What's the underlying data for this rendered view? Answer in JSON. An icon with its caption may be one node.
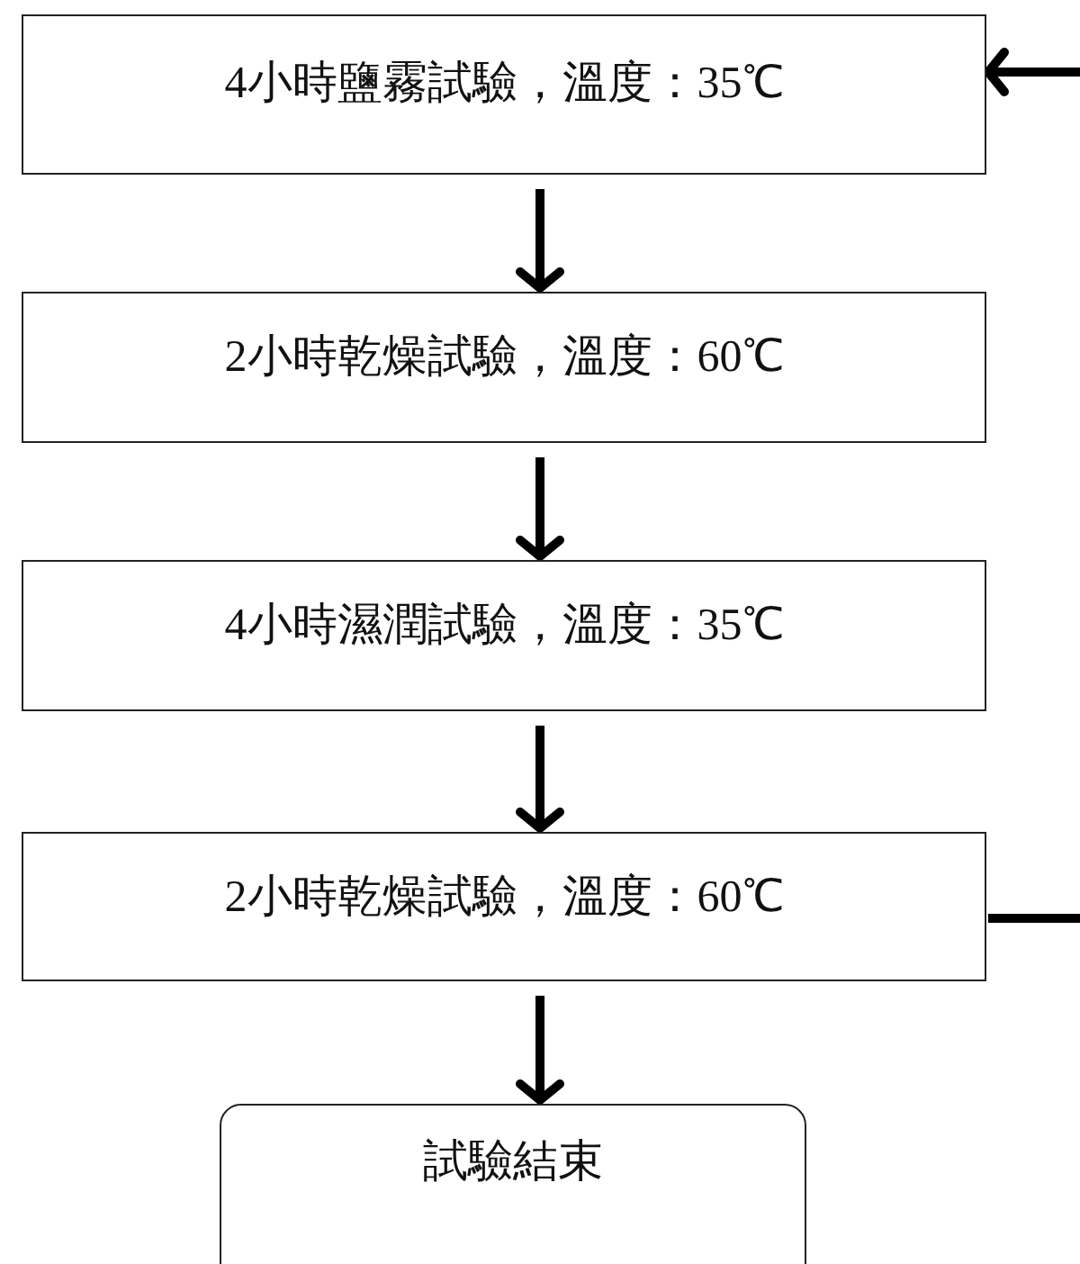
{
  "diagram": {
    "nodes": [
      {
        "text": [
          "4小時鹽霧試驗，溫度：35℃"
        ]
      },
      {
        "text": [
          "2小時乾燥試驗，溫度：60℃"
        ]
      },
      {
        "text": [
          "4小時濕潤試驗，溫度：35℃"
        ]
      },
      {
        "text": [
          "2小時乾燥試驗，溫度：60℃"
        ]
      },
      {
        "text": [
          "試驗結束"
        ]
      }
    ],
    "edges": [
      {
        "from": 0,
        "to": 1,
        "arrow": "to"
      },
      {
        "from": 1,
        "to": 2,
        "arrow": "to"
      },
      {
        "from": 2,
        "to": 3,
        "arrow": "to"
      },
      {
        "from": 3,
        "to": 4,
        "arrow": "to"
      },
      {
        "from": null,
        "to": 0,
        "arrow": "to"
      },
      {
        "from": 3,
        "to": null,
        "arrow": "none"
      }
    ]
  }
}
